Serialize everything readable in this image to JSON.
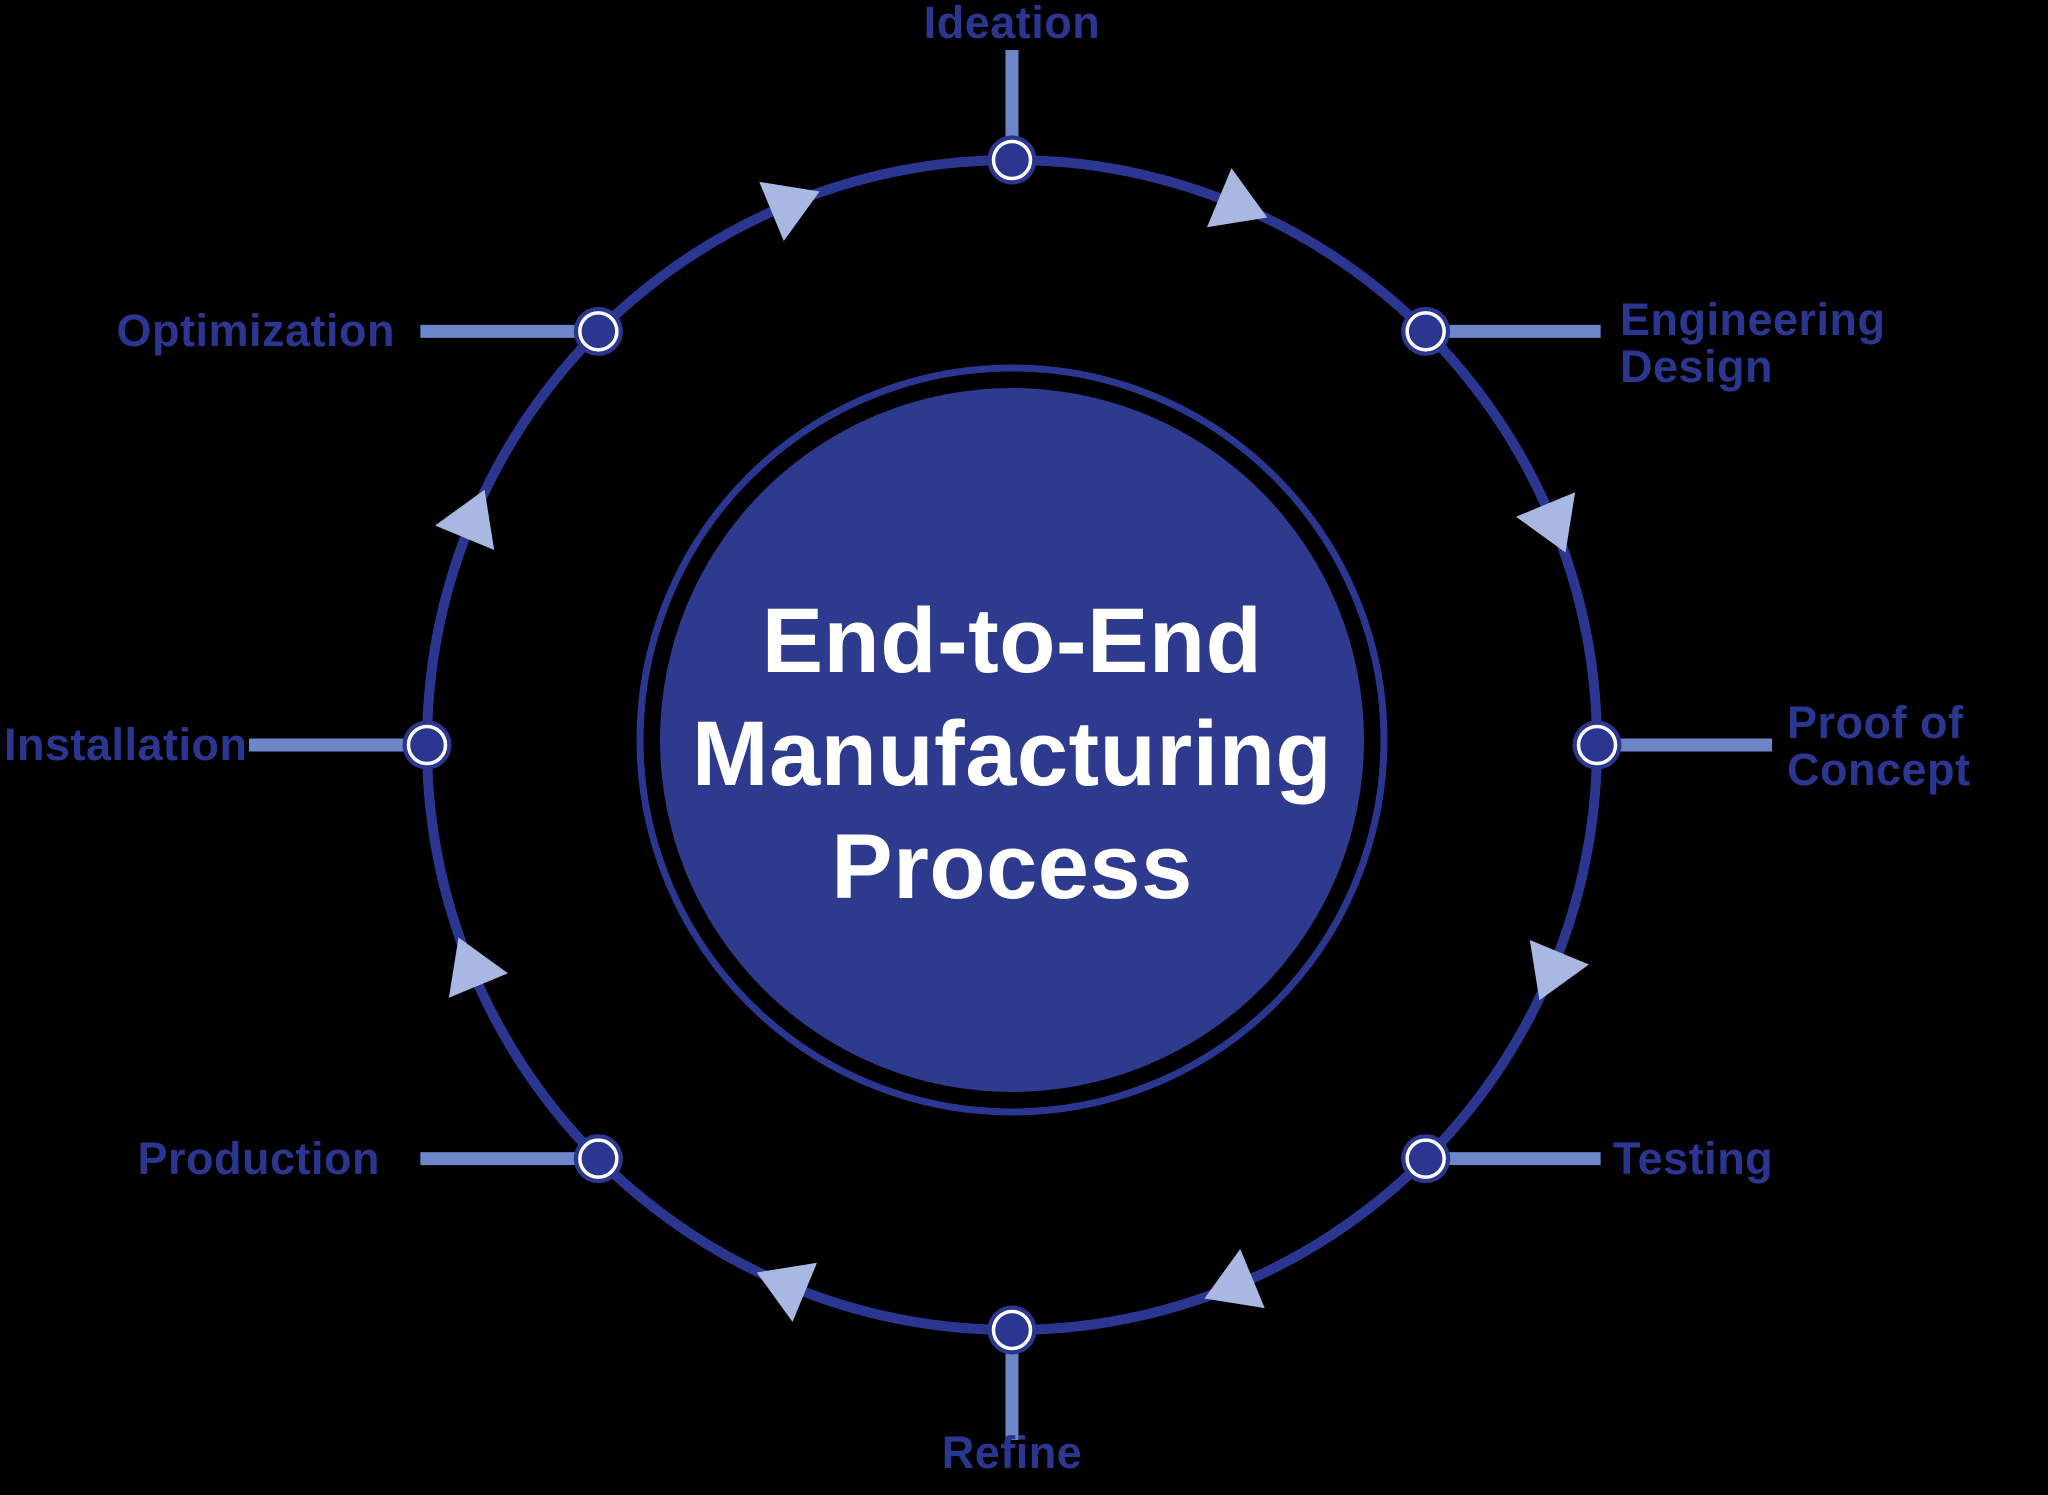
{
  "diagram": {
    "center_label": "End-to-End\nManufacturing\nProcess",
    "direction": "clockwise",
    "stages": [
      {
        "label": "Ideation",
        "angle_deg": 0,
        "label_pos": "top"
      },
      {
        "label": "Engineering\nDesign",
        "angle_deg": 45,
        "label_pos": "right"
      },
      {
        "label": "Proof of\nConcept",
        "angle_deg": 90,
        "label_pos": "right"
      },
      {
        "label": "Testing",
        "angle_deg": 135,
        "label_pos": "right"
      },
      {
        "label": "Refine",
        "angle_deg": 180,
        "label_pos": "bottom"
      },
      {
        "label": "Production",
        "angle_deg": 225,
        "label_pos": "left"
      },
      {
        "label": "Installation",
        "angle_deg": 270,
        "label_pos": "left"
      },
      {
        "label": "Optimization",
        "angle_deg": 315,
        "label_pos": "left"
      }
    ],
    "colors": {
      "navy": "#2b3690",
      "center_disc": "#2e3a8e",
      "connector": "#6d86ca",
      "arrow": "#a9b8e2",
      "label_text": "#2b3690",
      "center_text": "#ffffff",
      "background": "#000000"
    }
  }
}
